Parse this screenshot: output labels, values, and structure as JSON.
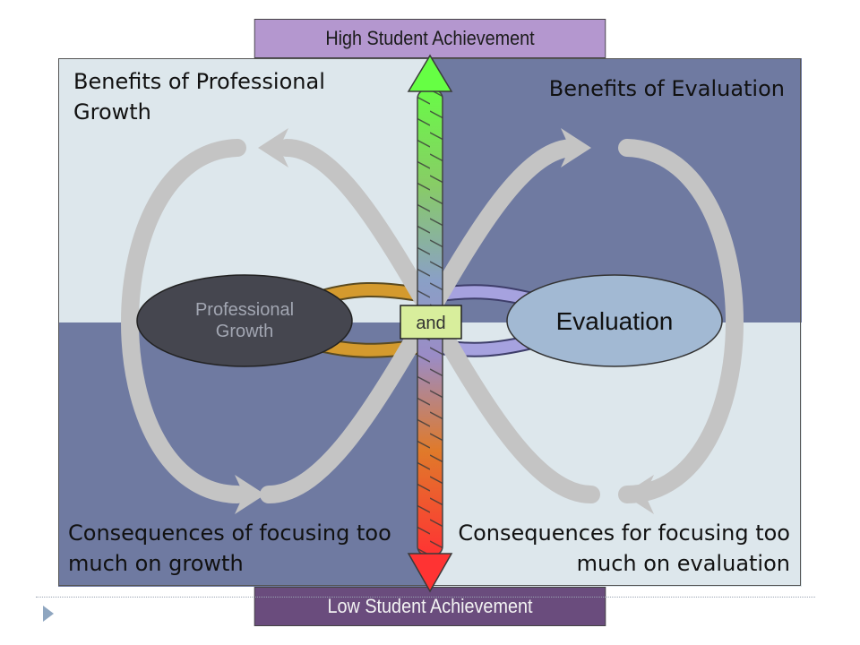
{
  "banners": {
    "top": "High Student Achievement",
    "bottom": "Low Student Achievement"
  },
  "quadrants": {
    "top_left": "Benefits of Professional Growth",
    "top_right": "Benefits of Evaluation",
    "bottom_left": "Consequences of focusing too much on growth",
    "bottom_right": "Consequences for focusing too much on evaluation"
  },
  "poles": {
    "left_line1": "Professional",
    "left_line2": "Growth",
    "right": "Evaluation",
    "connector": "and"
  },
  "colors": {
    "light_quadrant": "#dde7ec",
    "dark_quadrant": "#6f7aa1",
    "top_banner": "#b497cf",
    "bottom_banner": "#6a4c7d",
    "loop_arrows": "#c4c4c4",
    "left_pole": "#45464f",
    "right_pole": "#a2b9d3",
    "arrow_top": "#66ff44",
    "arrow_bottom": "#ff3333"
  }
}
